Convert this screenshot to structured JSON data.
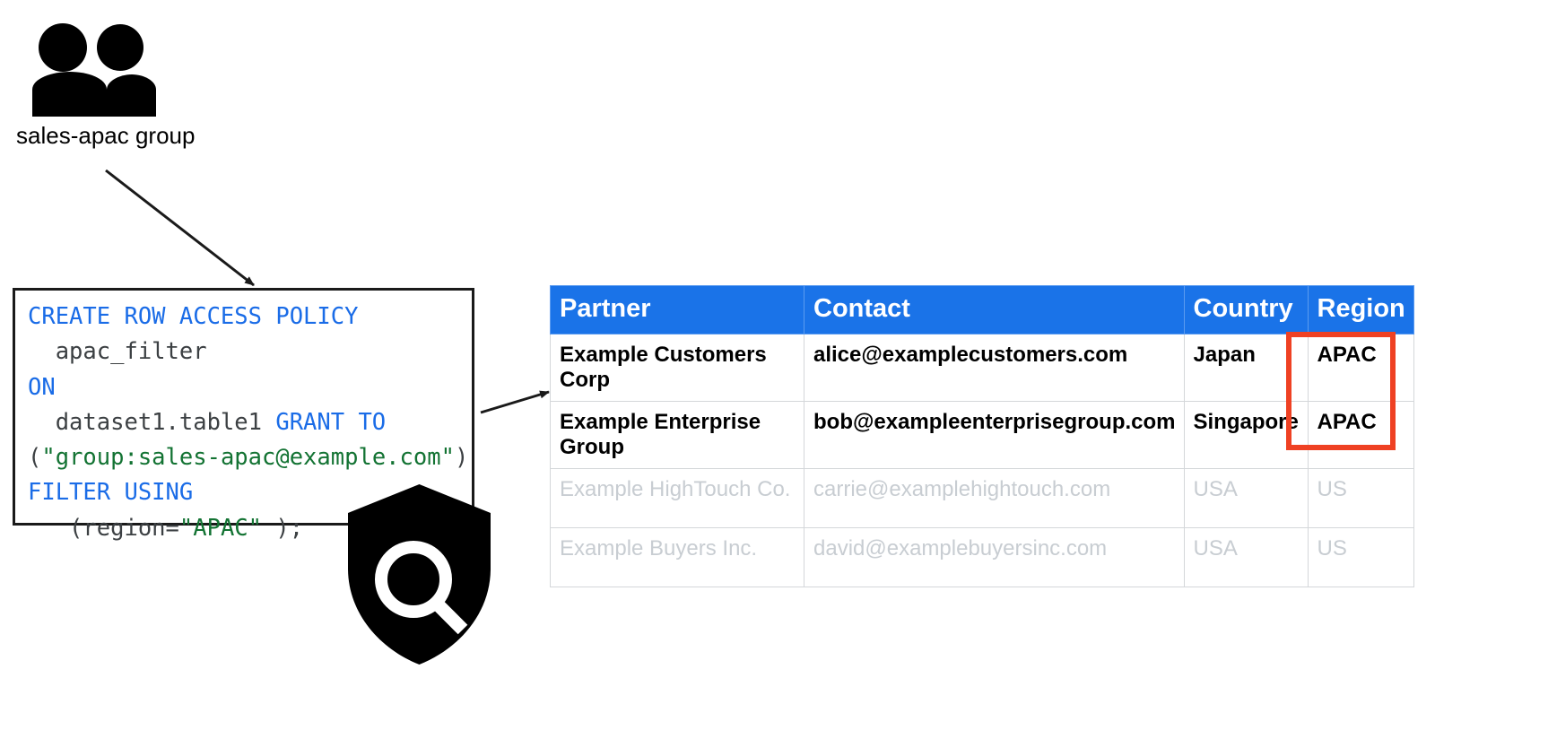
{
  "group_node": {
    "icon": "people-group-icon",
    "label": "sales-apac group"
  },
  "code_box": {
    "icon": "shield-search-icon",
    "lines": [
      {
        "segments": [
          {
            "t": "CREATE ROW ACCESS POLICY",
            "c": "kw"
          }
        ]
      },
      {
        "segments": [
          {
            "t": "  apac_filter",
            "c": "pl"
          }
        ]
      },
      {
        "segments": [
          {
            "t": "ON",
            "c": "kw"
          }
        ]
      },
      {
        "segments": [
          {
            "t": "  dataset1.table1 ",
            "c": "pl"
          },
          {
            "t": "GRANT TO",
            "c": "kw"
          }
        ]
      },
      {
        "segments": [
          {
            "t": "(",
            "c": "pl"
          },
          {
            "t": "\"group:sales-apac@example.com\"",
            "c": "str"
          },
          {
            "t": ")",
            "c": "pl"
          }
        ]
      },
      {
        "segments": [
          {
            "t": "FILTER USING",
            "c": "kw"
          }
        ]
      },
      {
        "segments": [
          {
            "t": "   (region=",
            "c": "pl"
          },
          {
            "t": "\"APAC\"",
            "c": "str"
          },
          {
            "t": " );",
            "c": "pl"
          }
        ]
      }
    ],
    "plain_text": "CREATE ROW ACCESS POLICY\n  apac_filter\nON\n  dataset1.table1 GRANT TO\n(\"group:sales-apac@example.com\")\nFILTER USING\n   (region=\"APAC\" );"
  },
  "table": {
    "headers": [
      "Partner",
      "Contact",
      "Country",
      "Region"
    ],
    "rows": [
      {
        "visible": true,
        "cells": [
          "Example Customers Corp",
          "alice@examplecustomers.com",
          "Japan",
          "APAC"
        ]
      },
      {
        "visible": true,
        "cells": [
          "Example Enterprise Group",
          "bob@exampleenterprisegroup.com",
          "Singapore",
          "APAC"
        ]
      },
      {
        "visible": false,
        "cells": [
          "Example HighTouch Co.",
          "carrie@examplehightouch.com",
          "USA",
          "US"
        ]
      },
      {
        "visible": false,
        "cells": [
          "Example Buyers Inc.",
          "david@examplebuyersinc.com",
          "USA",
          "US"
        ]
      }
    ]
  },
  "colors": {
    "header_blue": "#1a73e8",
    "highlight_red": "#ef4123",
    "keyword_blue": "#1a6ce7",
    "string_green": "#137333",
    "muted_gray": "#c8cdd2",
    "code_text": "#3c4043",
    "border_gray": "#d4d7da"
  }
}
